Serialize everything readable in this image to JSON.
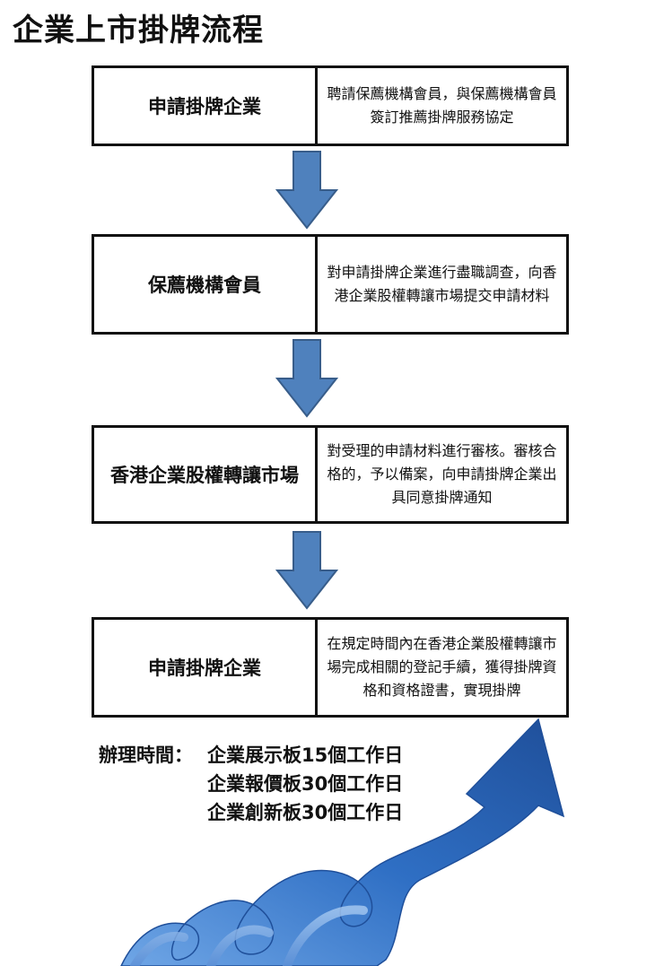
{
  "title": "企業上市掛牌流程",
  "steps": [
    {
      "label": "申請掛牌企業",
      "desc": "聘請保薦機構會員，與保薦機構會員簽訂推薦掛牌服務協定"
    },
    {
      "label": "保薦機構會員",
      "desc": "對申請掛牌企業進行盡職調查，向香港企業股權轉讓市場提交申請材料"
    },
    {
      "label": "香港企業股權轉讓市場",
      "desc": "對受理的申請材料進行審核。審核合格的，予以備案，向申請掛牌企業出具同意掛牌通知"
    },
    {
      "label": "申請掛牌企業",
      "desc": "在規定時間內在香港企業股權轉讓市場完成相關的登記手續，獲得掛牌資格和資格證書，實現掛牌"
    }
  ],
  "processing_time": {
    "label": "辦理時間：",
    "items": [
      "企業展示板15個工作日",
      "企業報價板30個工作日",
      "企業創新板30個工作日"
    ]
  },
  "colors": {
    "arrow_fill": "#4f81bd",
    "arrow_stroke": "#385d8a",
    "ribbon": "#3f7fd0"
  }
}
